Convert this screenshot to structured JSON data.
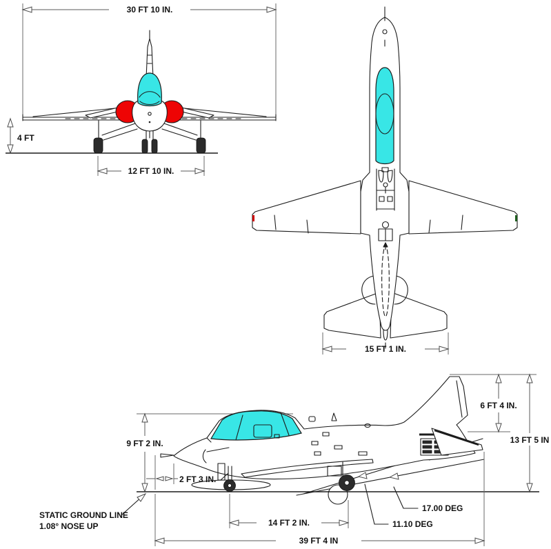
{
  "diagram": {
    "background": "#ffffff",
    "line_color": "#1c1c1c",
    "dimension_line_color": "#5a5a5a",
    "canopy_color": "#38e6e6",
    "intake_color": "#ee0404",
    "nav_light_left_color": "#cc0000",
    "nav_light_right_color": "#1d5c1d",
    "views": {
      "front": {
        "dims": {
          "wingspan": "30 FT 10 IN.",
          "wing_height": "4 FT",
          "wheel_track": "12 FT 10 IN."
        }
      },
      "top": {
        "dims": {
          "tailplane_span": "15 FT 1 IN."
        }
      },
      "side": {
        "dims": {
          "canopy_height": "9 FT 2 IN.",
          "nose_offset": "2 FT 3 IN.",
          "fin_above_tail": "6 FT 4 IN.",
          "overall_height": "13 FT 5 IN",
          "wheelbase": "14 FT 2 IN.",
          "overall_length": "39 FT 4 IN",
          "tail_clearance_angle": "17.00 DEG",
          "rotation_angle": "11.10 DEG",
          "ground_note_line1": "STATIC GROUND LINE",
          "ground_note_line2": "1.08°  NOSE UP"
        }
      }
    }
  }
}
